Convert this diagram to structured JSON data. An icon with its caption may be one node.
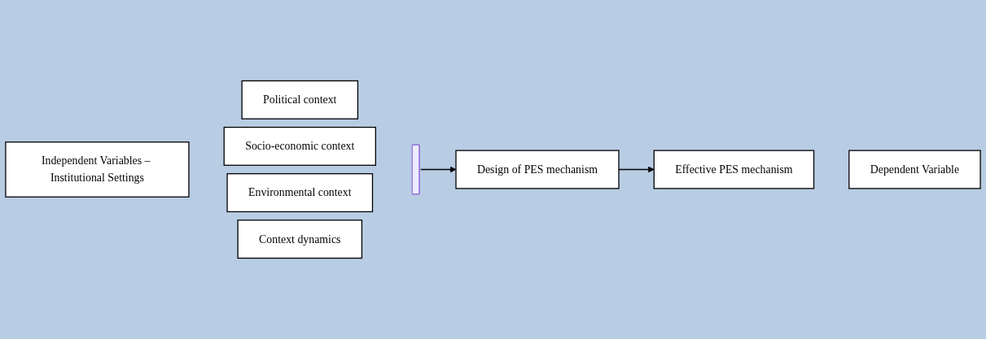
{
  "diagram": {
    "nodes": [
      {
        "text": [
          "Independent Variables – Institutional Settings"
        ]
      },
      {
        "text": [
          "Political context"
        ]
      },
      {
        "text": [
          "Socio-economic context"
        ]
      },
      {
        "text": [
          "Environmental context"
        ]
      },
      {
        "text": [
          "Context dynamics"
        ]
      },
      {
        "text": [],
        "shape": "bar"
      },
      {
        "text": [
          "Design of PES mechanism"
        ]
      },
      {
        "text": [
          "Effective PES mechanism"
        ]
      },
      {
        "text": [
          "Dependent Variable"
        ]
      }
    ],
    "edges": [
      {
        "from": 5,
        "to": 6,
        "arrow": "to"
      },
      {
        "from": 6,
        "to": 7,
        "arrow": "to"
      }
    ]
  }
}
